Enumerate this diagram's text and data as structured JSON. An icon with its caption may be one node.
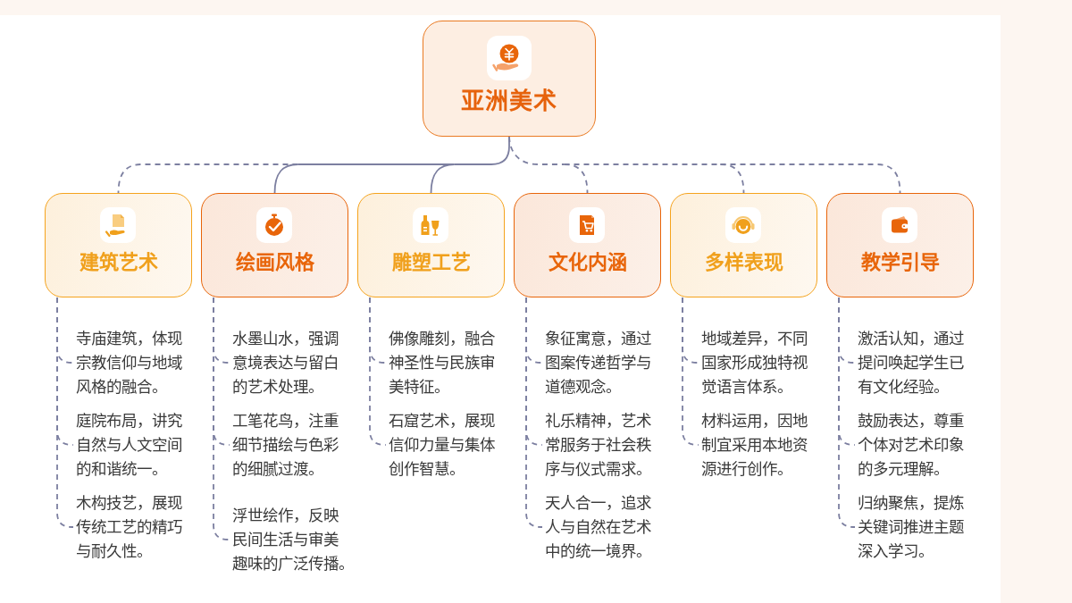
{
  "diagram": {
    "nodes": [
      {
        "text": [
          "亚洲美术"
        ]
      },
      {
        "text": [
          "建筑艺术"
        ]
      },
      {
        "text": [
          "绘画风格"
        ]
      },
      {
        "text": [
          "雕塑工艺"
        ]
      },
      {
        "text": [
          "文化内涵"
        ]
      },
      {
        "text": [
          "多样表现"
        ]
      },
      {
        "text": [
          "教学引导"
        ]
      },
      {
        "text": [
          "寺庙建筑，体现宗教信仰与地域风格的融合。"
        ]
      },
      {
        "text": [
          "庭院布局，讲究自然与人文空间的和谐统一。"
        ]
      },
      {
        "text": [
          "木构技艺，展现传统工艺的精巧与耐久性。"
        ]
      },
      {
        "text": [
          "水墨山水，强调意境表达与留白的艺术处理。"
        ]
      },
      {
        "text": [
          "工笔花鸟，注重细节描绘与色彩的细腻过渡。"
        ]
      },
      {
        "text": [
          "浮世绘作，反映民间生活与审美趣味的广泛传播。"
        ]
      },
      {
        "text": [
          "佛像雕刻，融合神圣性与民族审美特征。"
        ]
      },
      {
        "text": [
          "石窟艺术，展现信仰力量与集体创作智慧。"
        ]
      },
      {
        "text": [
          "象征寓意，通过图案传递哲学与道德观念。"
        ]
      },
      {
        "text": [
          "礼乐精神，艺术常服务于社会秩序与仪式需求。"
        ]
      },
      {
        "text": [
          "天人合一，追求人与自然在艺术中的统一境界。"
        ]
      },
      {
        "text": [
          "地域差异，不同国家形成独特视觉语言体系。"
        ]
      },
      {
        "text": [
          "材料运用，因地制宜采用本地资源进行创作。"
        ]
      },
      {
        "text": [
          "激活认知，通过提问唤起学生已有文化经验。"
        ]
      },
      {
        "text": [
          "鼓励表达，尊重个体对艺术印象的多元理解。"
        ]
      },
      {
        "text": [
          "归纳聚焦，提炼关键词推进主题深入学习。"
        ]
      }
    ],
    "edges": [
      {
        "from": 0,
        "to": 1,
        "arrow": "none",
        "style": "dashed"
      },
      {
        "from": 0,
        "to": 2,
        "arrow": "none"
      },
      {
        "from": 0,
        "to": 3,
        "arrow": "none"
      },
      {
        "from": 0,
        "to": 4,
        "arrow": "none",
        "style": "dashed"
      },
      {
        "from": 0,
        "to": 5,
        "arrow": "none",
        "style": "dashed"
      },
      {
        "from": 0,
        "to": 6,
        "arrow": "none",
        "style": "dashed"
      },
      {
        "from": 1,
        "to": 7,
        "arrow": "none",
        "style": "dashed"
      },
      {
        "from": 1,
        "to": 8,
        "arrow": "none",
        "style": "dashed"
      },
      {
        "from": 1,
        "to": 9,
        "arrow": "none",
        "style": "dashed"
      },
      {
        "from": 2,
        "to": 10,
        "arrow": "none",
        "style": "dashed"
      },
      {
        "from": 2,
        "to": 11,
        "arrow": "none",
        "style": "dashed"
      },
      {
        "from": 2,
        "to": 12,
        "arrow": "none",
        "style": "dashed"
      },
      {
        "from": 3,
        "to": 13,
        "arrow": "none",
        "style": "dashed"
      },
      {
        "from": 3,
        "to": 14,
        "arrow": "none",
        "style": "dashed"
      },
      {
        "from": 4,
        "to": 15,
        "arrow": "none",
        "style": "dashed"
      },
      {
        "from": 4,
        "to": 16,
        "arrow": "none",
        "style": "dashed"
      },
      {
        "from": 4,
        "to": 17,
        "arrow": "none",
        "style": "dashed"
      },
      {
        "from": 5,
        "to": 18,
        "arrow": "none",
        "style": "dashed"
      },
      {
        "from": 5,
        "to": 19,
        "arrow": "none",
        "style": "dashed"
      },
      {
        "from": 6,
        "to": 20,
        "arrow": "none",
        "style": "dashed"
      },
      {
        "from": 6,
        "to": 21,
        "arrow": "none",
        "style": "dashed"
      },
      {
        "from": 6,
        "to": 22,
        "arrow": "none",
        "style": "dashed"
      }
    ]
  }
}
